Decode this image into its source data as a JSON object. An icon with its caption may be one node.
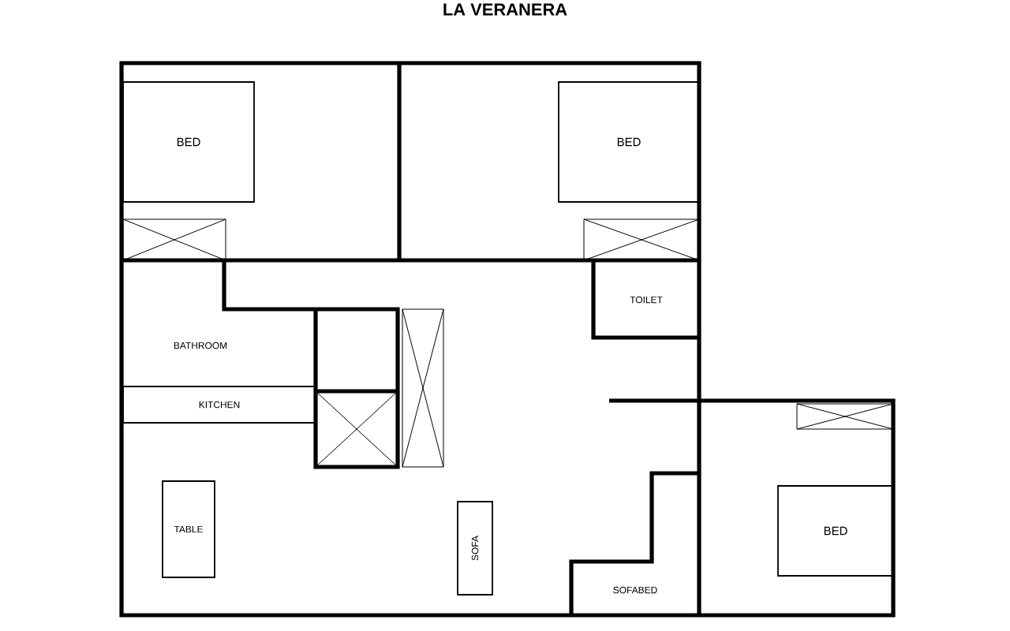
{
  "diagram": {
    "title": "LA VERANERA",
    "nodes": [
      {
        "text": [
          "BED"
        ]
      },
      {
        "text": [
          "BED"
        ]
      },
      {
        "text": [
          "TOILET"
        ]
      },
      {
        "text": [
          "KITCHEN"
        ]
      },
      {
        "text": [
          "TABLE"
        ]
      },
      {
        "text": [
          "SOFA"
        ]
      },
      {
        "text": [
          "SOFABED"
        ]
      },
      {
        "text": [
          "BED"
        ]
      }
    ],
    "labels": [
      "BATHROOM"
    ]
  }
}
